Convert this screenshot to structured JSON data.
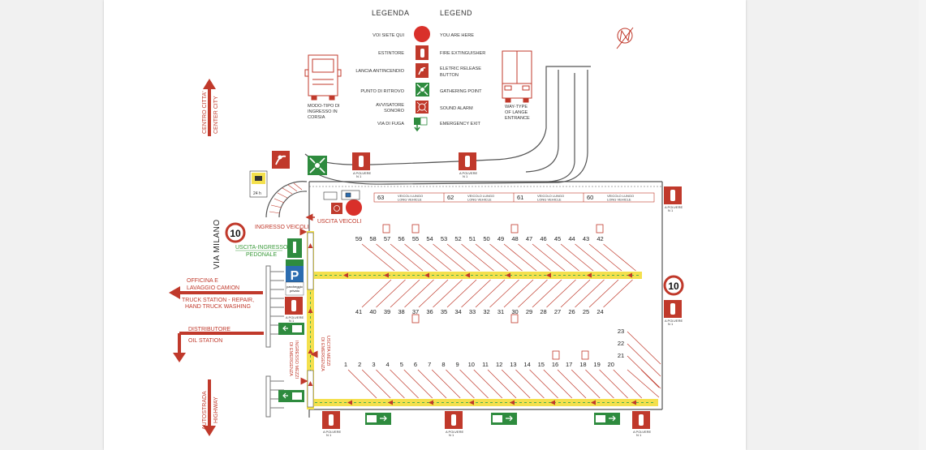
{
  "legend": {
    "title_it": "LEGENDA",
    "title_en": "LEGEND",
    "rows": [
      {
        "it": "VOI SIETE QUI",
        "en": "YOU ARE HERE",
        "icon": "you-are-here-icon"
      },
      {
        "it": "ESTINTORE",
        "en": "FIRE  EXTINGUISHER",
        "icon": "fire-extinguisher-icon"
      },
      {
        "it": "LANCIA ANTINCENDIO",
        "en": "ELETRIC RELEASE",
        "en2": "BUTTON",
        "icon": "fire-hose-icon"
      },
      {
        "it": "PUNTO DI RITROVO",
        "en": "GATHERING POINT",
        "icon": "gathering-point-icon"
      },
      {
        "it": "AVVISATORE",
        "it2": "SONORO",
        "en": "SOUND ALARM",
        "icon": "sound-alarm-icon"
      },
      {
        "it": "VIA DI FUGA",
        "en": "EMERGENCY EXIT",
        "icon": "emergency-exit-icon"
      }
    ],
    "truck_left": [
      "MODO-TIPO DI",
      "INGRESSO IN",
      "CORSIA"
    ],
    "truck_right": [
      "WAY-TYPE",
      "OF LANGE",
      "ENTRANCE"
    ]
  },
  "street_labels": {
    "centro_it": "CENTRO CITTA'",
    "centro_en": "CENTER CITY",
    "via_milano": "VIA MILANO",
    "autostrada_it": "AUTOSTRADA",
    "autostrada_en": "HIGHWAY",
    "officina_1": "OFFICINA E",
    "officina_2": "LAVAGGIO CAMION",
    "truck_station_1": "TRUCK STATION - REPAIR,",
    "truck_station_2": "HAND TRUCK WASHING",
    "distributore": "DISTRIBUTORE",
    "oil_station": "OIL STATION"
  },
  "site_labels": {
    "ingresso_veicoli": "INGRESSO VEICOLI",
    "uscita_veicoli": "USCITA VEICOLI",
    "uscita_ingresso": "USCITA-INGRESSO",
    "pedonale": "PEDONALE",
    "ingresso_mezzi_1": "INGRESSO MEZZI",
    "ingresso_mezzi_2": "DI EMERGENZA",
    "uscita_mezzi_1": "USCITA MEZZI",
    "uscita_mezzi_2": "DI EMERGENZA",
    "speed_limit": "10",
    "camera_sign": "24 h",
    "extinguisher_caption": "A POLVERE",
    "extinguisher_sub": "N   1",
    "parking_label": "P",
    "parking_sub_1": "parcheggio",
    "parking_sub_2": "privato",
    "long_vehicle_it": "VEICOLI LUNGO",
    "long_vehicle_en": "LONG VEHICLE",
    "long_vehicle_it2": "VEICOLO LUNGO"
  },
  "long_stalls": [
    "63",
    "62",
    "61",
    "60"
  ],
  "stalls": {
    "row_top": [
      "59",
      "58",
      "57",
      "56",
      "55",
      "54",
      "53",
      "52",
      "51",
      "50",
      "49",
      "48",
      "47",
      "46",
      "45",
      "44",
      "43",
      "42"
    ],
    "row_mid": [
      "41",
      "40",
      "39",
      "38",
      "37",
      "36",
      "35",
      "34",
      "33",
      "32",
      "31",
      "30",
      "29",
      "28",
      "27",
      "26",
      "25",
      "24"
    ],
    "row_right": [
      "23",
      "22",
      "21"
    ],
    "row_bottom": [
      "1",
      "2",
      "3",
      "4",
      "5",
      "6",
      "7",
      "8",
      "9",
      "10",
      "11",
      "12",
      "13",
      "14",
      "15",
      "16",
      "17",
      "18",
      "19",
      "20"
    ]
  },
  "colors": {
    "red": "#c0392b",
    "green": "#2e8b3e",
    "yellow": "#f4e04d",
    "blue": "#2b6cb0"
  }
}
